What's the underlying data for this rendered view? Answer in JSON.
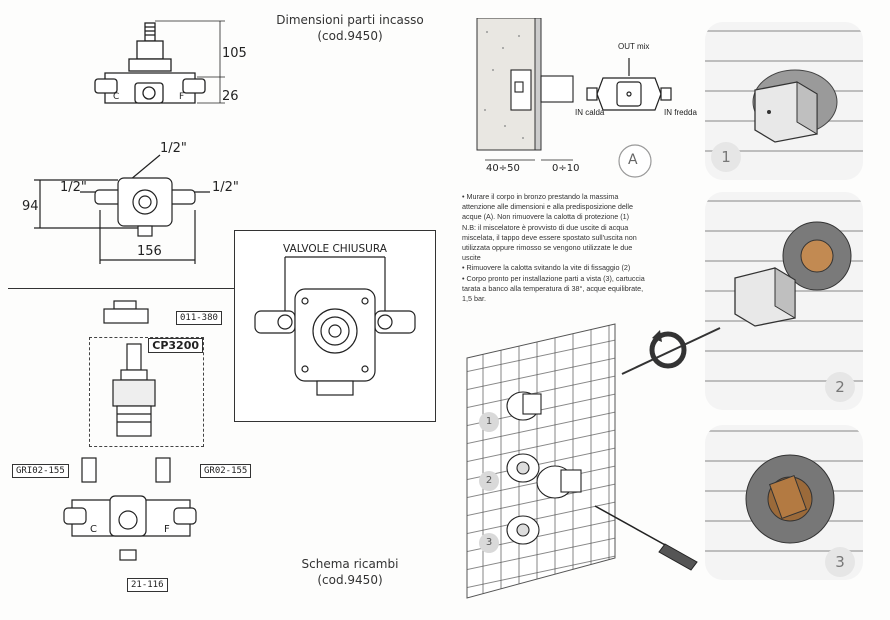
{
  "left": {
    "dims_title": "Dimensioni parti incasso",
    "dims_code": "(cod.9450)",
    "dim_105": "105",
    "dim_26": "26",
    "dim_half_top": "1/2\"",
    "dim_half_left": "1/2\"",
    "dim_half_right": "1/2\"",
    "dim_94": "94",
    "dim_156": "156",
    "valves_label": "VALVOLE CHIUSURA",
    "cartridge_label": "CP3200",
    "part_cap": "011-380",
    "part_left_valve": "GRI02-155",
    "part_right_valve": "GR02-155",
    "part_bottom": "21-116",
    "spares_title": "Schema ricambi",
    "spares_code": "(cod.9450)",
    "body_letter_left": "C",
    "body_letter_right": "F"
  },
  "right": {
    "out_mix": "OUT mix",
    "in_hot": "IN calda",
    "in_cold": "IN fredda",
    "dim_wall": "40÷50",
    "dim_flush": "0÷10",
    "badge_a": "A",
    "instructions": [
      "• Murare il corpo in bronzo prestando la massima",
      "attenzione alle dimensioni e alla predisposizione delle",
      "acque (A). Non rimuovere la calotta di protezione (1)",
      "N.B: il miscelatore è provvisto di due uscite di acqua",
      "miscelata, il tappo deve essere spostato sull'uscita non",
      "utilizzata oppure rimosso se vengono utilizzate le due",
      "uscite",
      "• Rimuovere la calotta svitando la vite di fissaggio (2)",
      "• Corpo pronto per installazione parti a vista (3), cartuccia",
      "tarata a banco alla temperatura di 38°, acque equilibrate,",
      "1,5 bar."
    ],
    "steps": [
      "1",
      "2",
      "3"
    ],
    "small_steps": [
      "1",
      "2",
      "3"
    ]
  }
}
